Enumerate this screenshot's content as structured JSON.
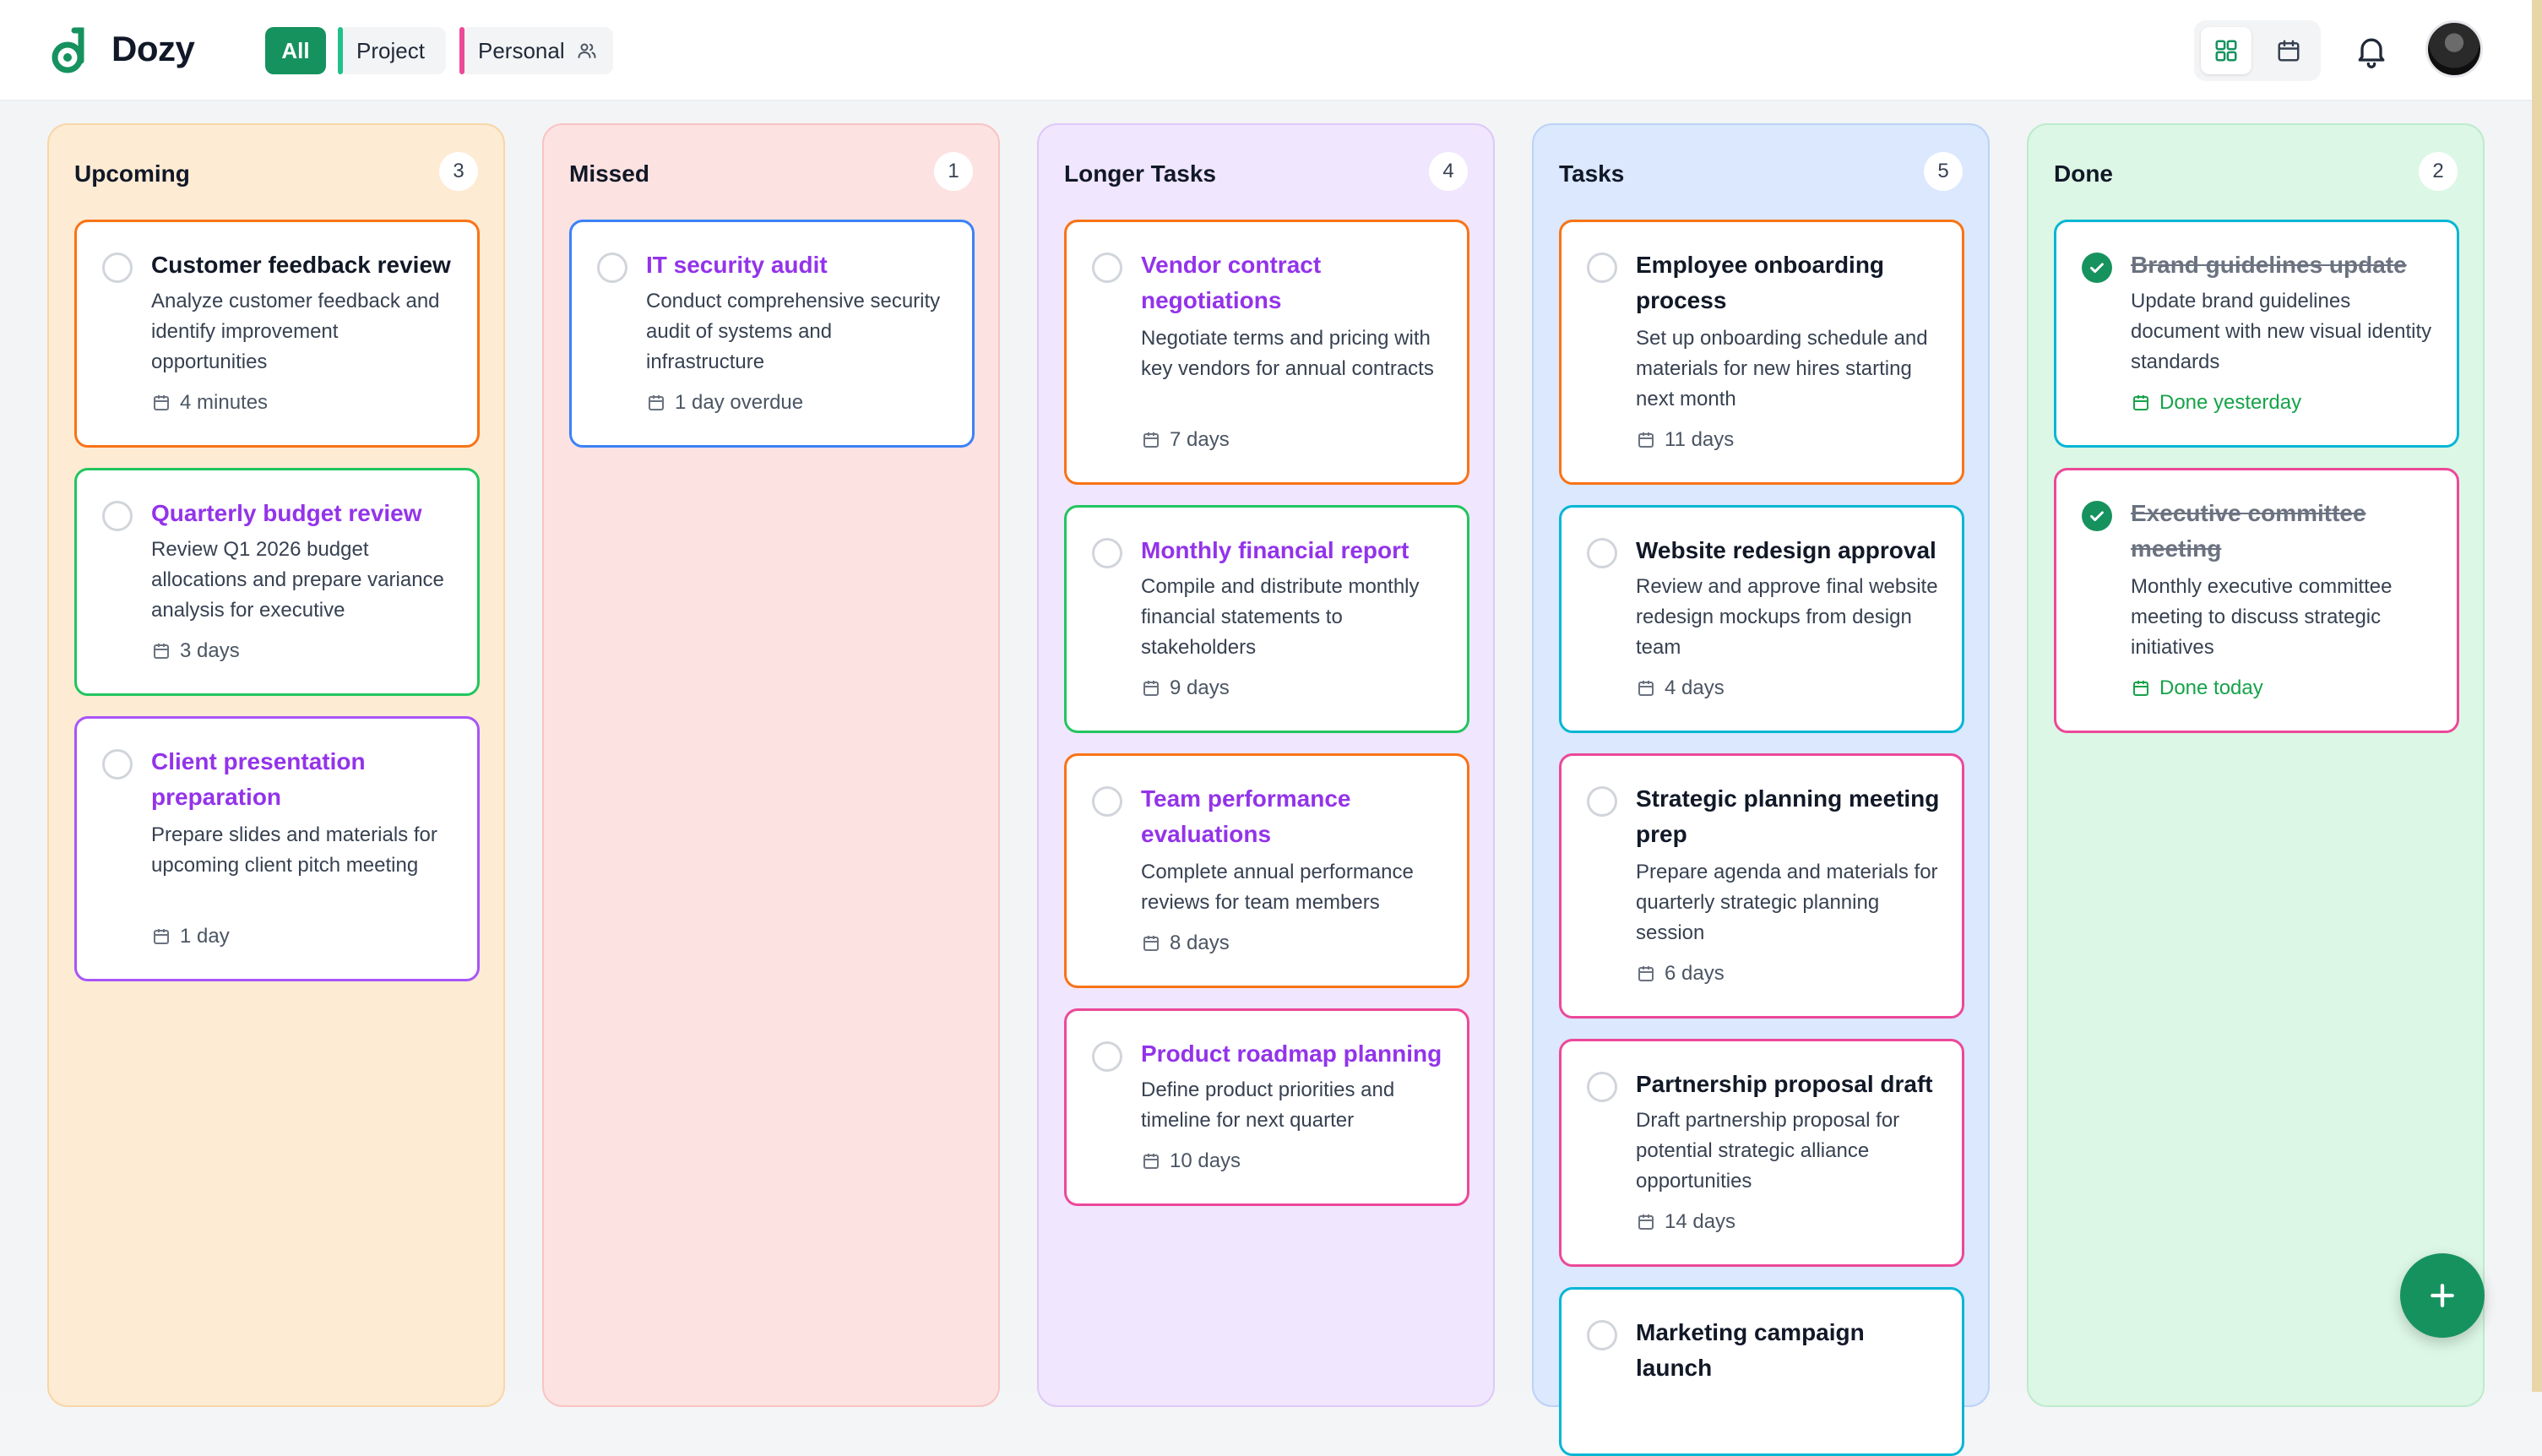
{
  "app": {
    "name": "Dozy"
  },
  "filters": {
    "all": "All",
    "project": "Project",
    "personal": "Personal"
  },
  "columns": [
    {
      "title": "Upcoming",
      "count": "3",
      "cards": [
        {
          "title": "Customer feedback review",
          "desc": "Analyze customer feedback and identify improvement opportunities",
          "due": "4 minutes",
          "done": false
        },
        {
          "title": "Quarterly budget review",
          "desc": "Review Q1 2026 budget allocations and prepare variance analysis for executive",
          "due": "3 days",
          "done": false
        },
        {
          "title": "Client presentation preparation",
          "desc": "Prepare slides and materials for upcoming client pitch meeting",
          "due": "1 day",
          "done": false
        }
      ]
    },
    {
      "title": "Missed",
      "count": "1",
      "cards": [
        {
          "title": "IT security audit",
          "desc": "Conduct comprehensive security audit of systems and infrastructure",
          "due": "1 day overdue",
          "done": false
        }
      ]
    },
    {
      "title": "Longer Tasks",
      "count": "4",
      "cards": [
        {
          "title": "Vendor contract negotiations",
          "desc": "Negotiate terms and pricing with key vendors for annual contracts",
          "due": "7 days",
          "done": false
        },
        {
          "title": "Monthly financial report",
          "desc": "Compile and distribute monthly financial statements to stakeholders",
          "due": "9 days",
          "done": false
        },
        {
          "title": "Team performance evaluations",
          "desc": "Complete annual performance reviews for team members",
          "due": "8 days",
          "done": false
        },
        {
          "title": "Product roadmap planning",
          "desc": "Define product priorities and timeline for next quarter",
          "due": "10 days",
          "done": false
        }
      ]
    },
    {
      "title": "Tasks",
      "count": "5",
      "cards": [
        {
          "title": "Employee onboarding process",
          "desc": "Set up onboarding schedule and materials for new hires starting next month",
          "due": "11 days",
          "done": false
        },
        {
          "title": "Website redesign approval",
          "desc": "Review and approve final website redesign mockups from design team",
          "due": "4 days",
          "done": false
        },
        {
          "title": "Strategic planning meeting prep",
          "desc": "Prepare agenda and materials for quarterly strategic planning session",
          "due": "6 days",
          "done": false
        },
        {
          "title": "Partnership proposal draft",
          "desc": "Draft partnership proposal for potential strategic alliance opportunities",
          "due": "14 days",
          "done": false
        },
        {
          "title": "Marketing campaign launch",
          "desc": "",
          "due": "",
          "done": false
        }
      ]
    },
    {
      "title": "Done",
      "count": "2",
      "cards": [
        {
          "title": "Brand guidelines update",
          "desc": "Update brand guidelines document with new visual identity standards",
          "due": "Done yesterday",
          "done": true
        },
        {
          "title": "Executive committee meeting",
          "desc": "Monthly executive committee meeting to discuss strategic initiatives",
          "due": "Done today",
          "done": true
        }
      ]
    }
  ],
  "colors": {
    "accent": "#16925f",
    "project": "#22c08a",
    "personal": "#ec4899",
    "card_orange": "#f97316",
    "card_green": "#22c55e",
    "card_purple": "#a855f7",
    "card_blue": "#3b82f6",
    "card_pink": "#ec4899",
    "card_cyan": "#06b6d4",
    "title_purple": "#9333ea"
  },
  "icons": [
    "logo-icon",
    "users-icon",
    "grid-view-icon",
    "calendar-view-icon",
    "bell-icon",
    "avatar",
    "calendar-icon",
    "check-icon",
    "plus-icon"
  ]
}
